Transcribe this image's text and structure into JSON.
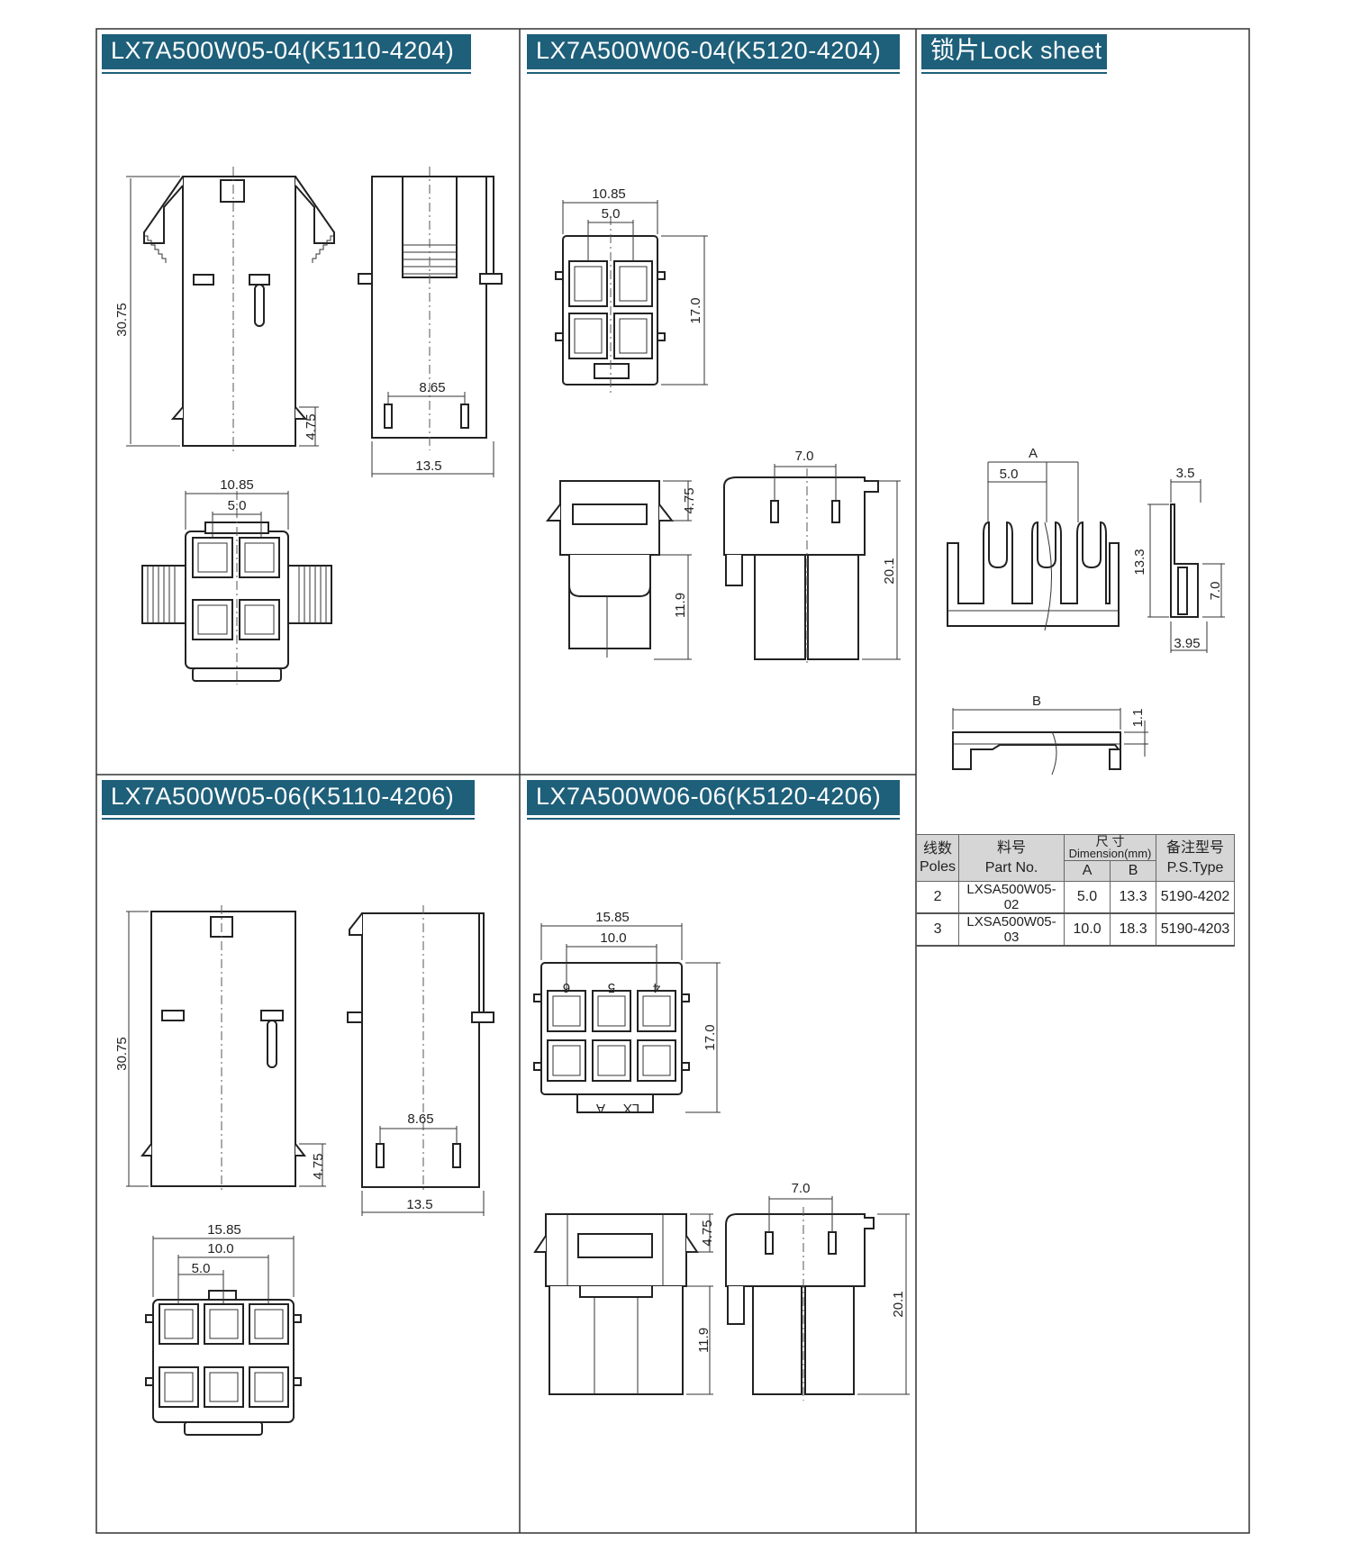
{
  "panels": {
    "w05_04": {
      "title": "LX7A500W05-04(K5110-4204)"
    },
    "w06_04": {
      "title": "LX7A500W06-04(K5120-4204)"
    },
    "lock": {
      "title": "锁片Lock sheet"
    },
    "w05_06": {
      "title": "LX7A500W05-06(K5110-4206)"
    },
    "w06_06": {
      "title": "LX7A500W06-06(K5120-4206)"
    }
  },
  "dims": {
    "d30_75": "30.75",
    "d4_75": "4.75",
    "d8_65": "8.65",
    "d13_5": "13.5",
    "d10_85": "10.85",
    "d5_0": "5.0",
    "d17_0": "17.0",
    "d7_0": "7.0",
    "d11_9": "11.9",
    "d20_1": "20.1",
    "d15_85": "15.85",
    "d10_0": "10.0",
    "dA": "A",
    "dB": "B",
    "d3_5": "3.5",
    "d13_3": "13.3",
    "d3_95": "3.95",
    "d1_1": "1.1",
    "pin6": "6",
    "pin5": "5",
    "pin4": "4",
    "mark_a": "A",
    "mark_lx": "LX"
  },
  "table": {
    "h_poles_cn": "线数",
    "h_poles_en": "Poles",
    "h_part_cn": "料号",
    "h_part_en": "Part No.",
    "h_dim_cn": "尺  寸",
    "h_dim_en": "Dimension(mm)",
    "h_a": "A",
    "h_b": "B",
    "h_ps_cn": "备注型号",
    "h_ps_en": "P.S.Type",
    "rows": [
      {
        "poles": "2",
        "part": "LXSA500W05-02",
        "a": "5.0",
        "b": "13.3",
        "ps": "5190-4202"
      },
      {
        "poles": "3",
        "part": "LXSA500W05-03",
        "a": "10.0",
        "b": "18.3",
        "ps": "5190-4203"
      }
    ]
  }
}
